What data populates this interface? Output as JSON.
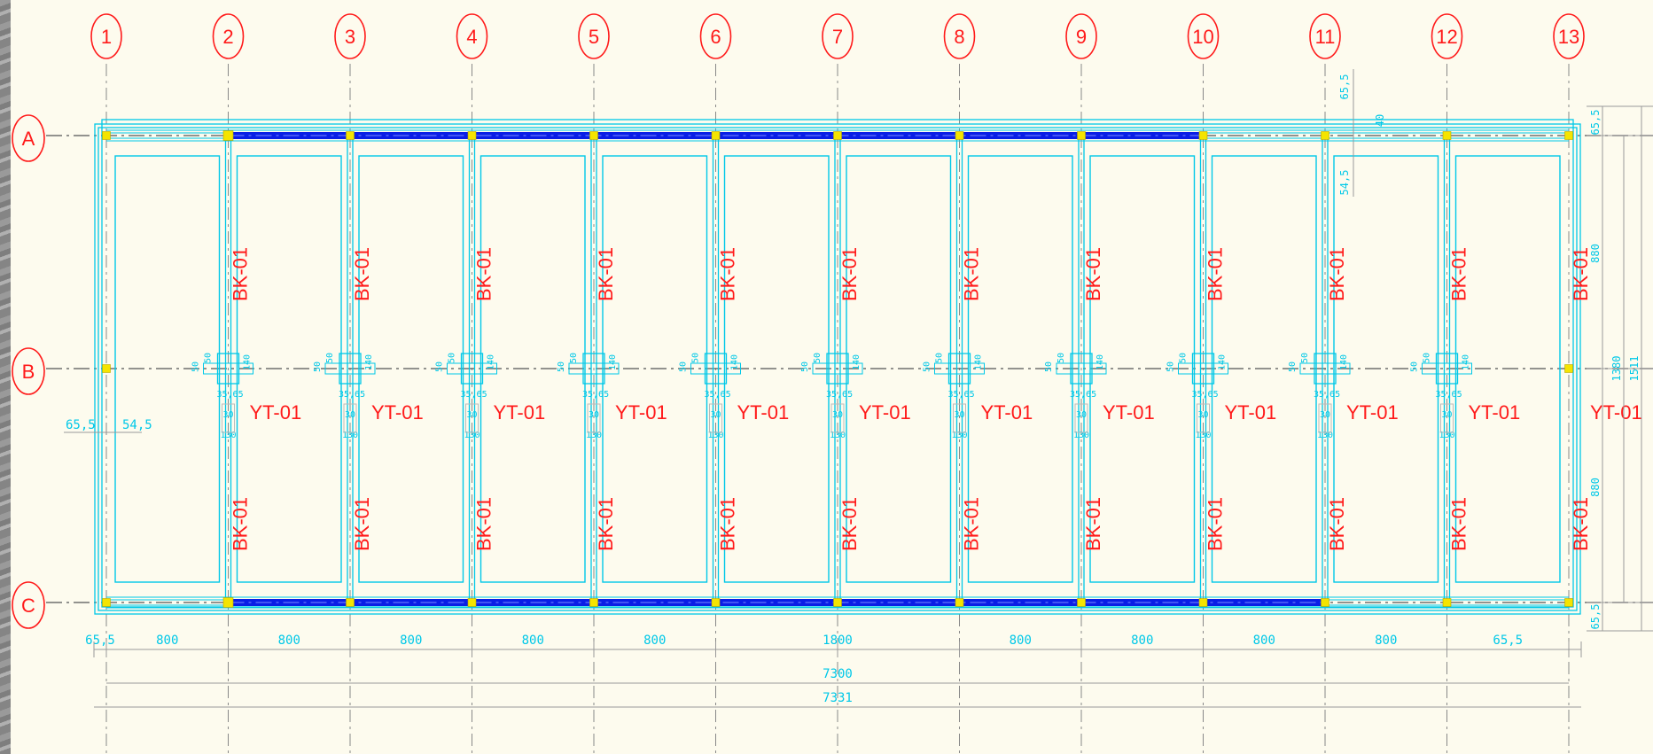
{
  "colors": {
    "sheet": "#fdfbee",
    "grid_bubble": "#ff1a1a",
    "beam": "#00c8e8",
    "beam_heavy": "#0a1ee6",
    "column": "#f5e400",
    "label_red": "#ff1a1a",
    "dim_cyan": "#00c8e8",
    "axis_line": "#888888"
  },
  "grid_columns": [
    "1",
    "2",
    "3",
    "4",
    "5",
    "6",
    "7",
    "8",
    "9",
    "10",
    "11",
    "12",
    "13"
  ],
  "grid_rows": [
    "A",
    "B",
    "C"
  ],
  "beam_label": "BK-01",
  "column_tag": "YT-01",
  "bottom_spans": [
    "65,5",
    "800",
    "800",
    "800",
    "800",
    "800",
    "1800",
    "800",
    "800",
    "800",
    "800",
    "65,5"
  ],
  "overall_dims": {
    "inner": "7300",
    "outer": "7331"
  },
  "right_dims": {
    "top_edge": "65,5",
    "span_ab": "880",
    "span_bc": "880",
    "total_inner": "1380",
    "total_outer": "1511",
    "bottom_edge": "65,5"
  },
  "left_dims": {
    "outer": "65,5",
    "inner": "54,5"
  },
  "top_right_dims": {
    "a": "65,5",
    "b": "54,5",
    "c": "40"
  },
  "joint_labels": {
    "w": "50",
    "t": "140",
    "c1": "35,65",
    "c2": "30",
    "c3": "130"
  }
}
